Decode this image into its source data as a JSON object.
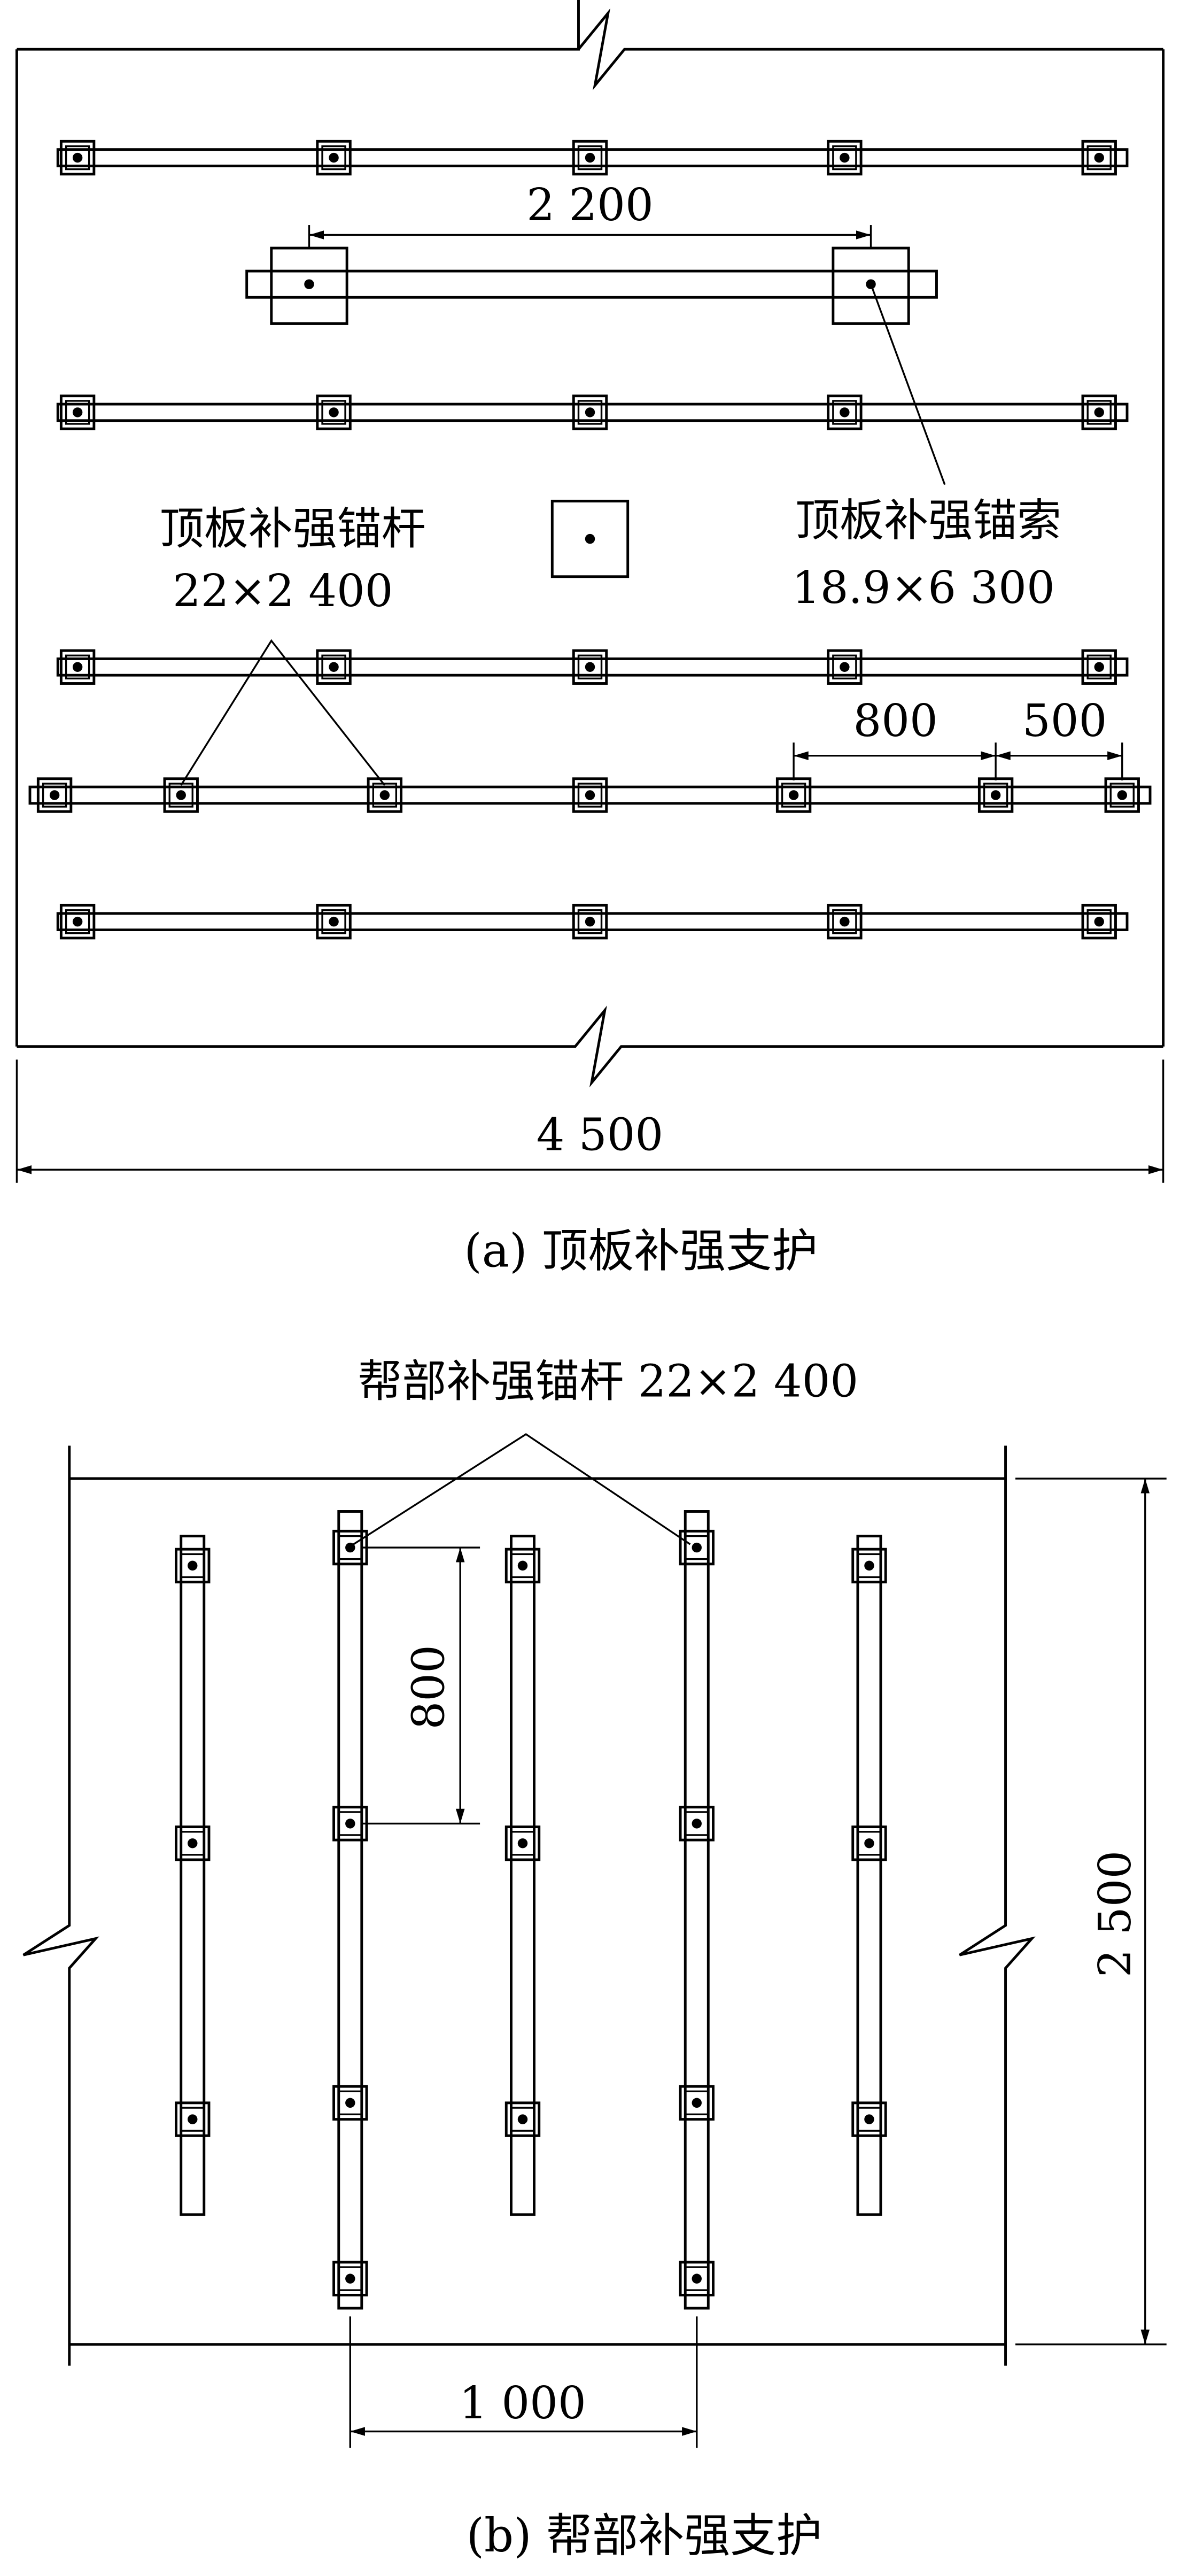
{
  "panel_a": {
    "caption": "(a)  顶板补强支护",
    "bolt_label": "顶板补强锚杆",
    "bolt_spec": "22×2 400",
    "cable_label": "顶板补强锚索",
    "cable_spec": "18.9×6 300",
    "dim_cable_spacing": "2 200",
    "dim_bolt_spacing": "800",
    "dim_edge": "500",
    "dim_width": "4 500"
  },
  "panel_b": {
    "caption": "(b)  帮部补强支护",
    "bolt_label": "帮部补强锚杆 22×2 400",
    "dim_vertical_spacing": "800",
    "dim_height": "2 500",
    "dim_horizontal_spacing": "1 000"
  }
}
